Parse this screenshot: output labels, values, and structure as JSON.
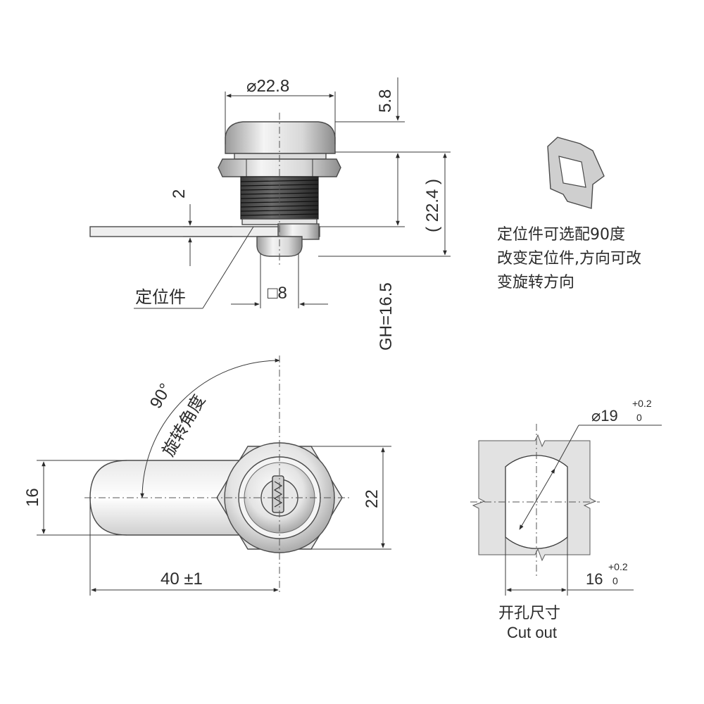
{
  "side_view": {
    "diameter_label": "⌀22.8",
    "flange_label": "5.8",
    "body_length_label": "( 22.4 )",
    "gap_label": "2",
    "square_label": "□8",
    "gh_label": "GH=16.5",
    "locator_label": "定位件"
  },
  "locator_note": {
    "lines": [
      "定位件可选配90度",
      "改变定位件,方向可改",
      "变旋转方向"
    ]
  },
  "front_view": {
    "angle_label": "90°",
    "rotation_label": "旋转角度",
    "cam_width_label": "16",
    "nut_label": "22",
    "cam_length_label": "40 ±1"
  },
  "cutout": {
    "diameter_label": "⌀19",
    "diameter_tol_upper": "+0.2",
    "diameter_tol_lower": "0",
    "flat_label": "16",
    "flat_tol_upper": "+0.2",
    "flat_tol_lower": "0",
    "title_cn": "开孔尺寸",
    "title_en": "Cut out"
  },
  "colors": {
    "line": "#3a3a3a",
    "metal_light": "#f2f2f2",
    "metal_mid": "#bdbdbd",
    "metal_dark": "#7a7a7a",
    "thread": "#2a2a2a",
    "panel": "#e2e2e2"
  }
}
